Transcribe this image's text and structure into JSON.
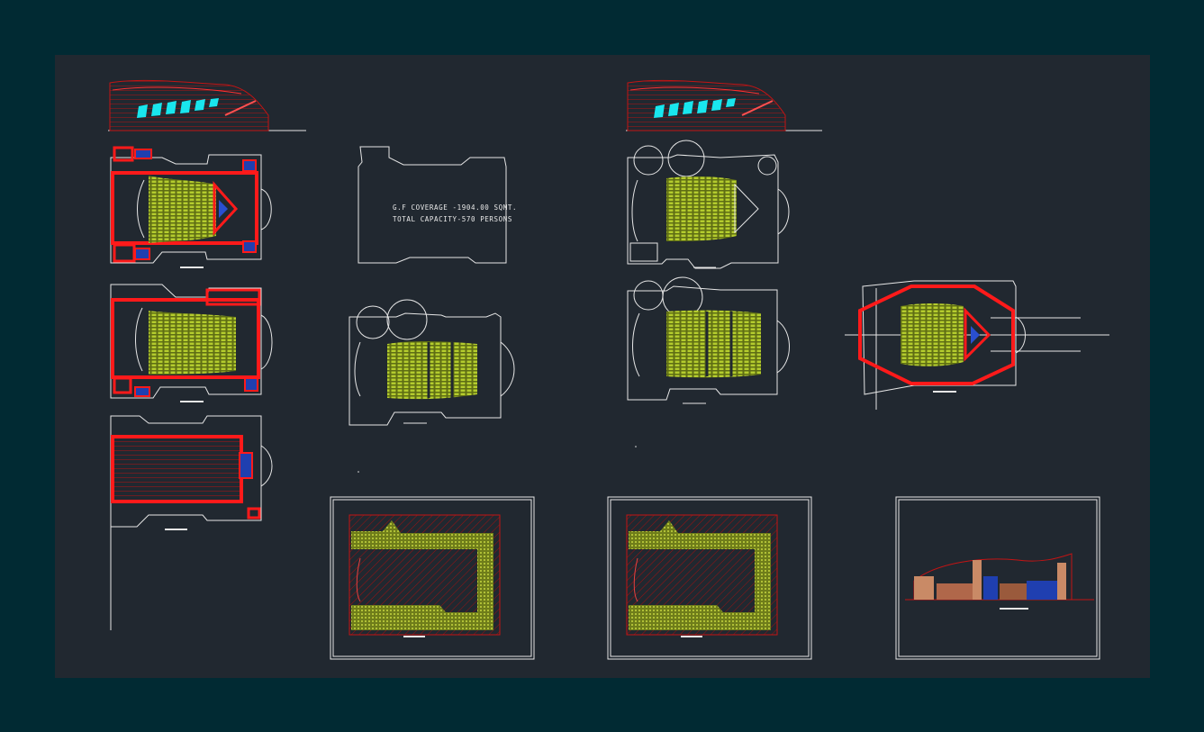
{
  "viewport": {
    "background": "#012a33",
    "sheet_color": "#212830"
  },
  "colors": {
    "wall_red": "#ff1a1a",
    "line_white": "#e6e6e6",
    "seat_green": "#b4cc2e",
    "glass_cyan": "#19e6ee",
    "hatch_red": "#c41414",
    "brick": "#c98a66",
    "blue_fill": "#1f3fb0"
  },
  "coverage_note": {
    "line1": "G.F COVERAGE -1904.00 SQMT.",
    "line2": "TOTAL CAPACITY-570 PERSONS"
  },
  "drawings": [
    {
      "id": "elevation-1",
      "kind": "front-elevation"
    },
    {
      "id": "elevation-2",
      "kind": "front-elevation"
    },
    {
      "id": "plan-red-1",
      "kind": "ground-floor-plan-walls"
    },
    {
      "id": "plan-red-2",
      "kind": "first-floor-plan-walls"
    },
    {
      "id": "plan-red-3",
      "kind": "roof-plan-walls"
    },
    {
      "id": "site-outline",
      "kind": "coverage-outline"
    },
    {
      "id": "plan-white-1",
      "kind": "balcony-plan"
    },
    {
      "id": "plan-white-2",
      "kind": "ground-floor-plan"
    },
    {
      "id": "plan-white-3",
      "kind": "first-floor-plan"
    },
    {
      "id": "plan-red-4",
      "kind": "structure-plan"
    },
    {
      "id": "sheet-1",
      "kind": "hatched-plan-frame"
    },
    {
      "id": "sheet-2",
      "kind": "hatched-plan-frame"
    },
    {
      "id": "sheet-3",
      "kind": "elevation-frame"
    }
  ]
}
